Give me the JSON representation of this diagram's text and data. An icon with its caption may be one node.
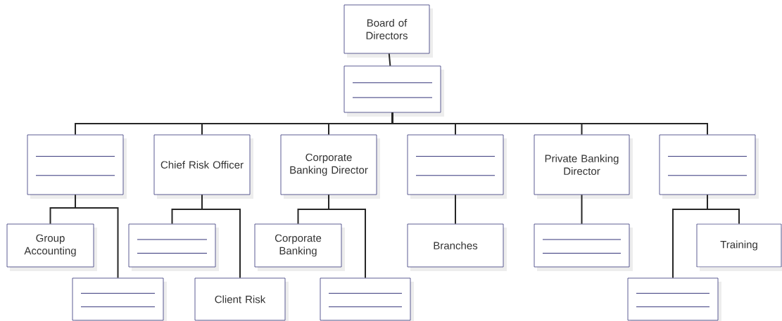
{
  "diagram": {
    "nodes": [
      {
        "text": [
          "Board of Directors"
        ]
      },
      {
        "text": [],
        "shape": "box"
      },
      {
        "text": [],
        "shape": "box"
      },
      {
        "text": [
          "Chief Risk Officer"
        ]
      },
      {
        "text": [
          "Corporate Banking Director"
        ]
      },
      {
        "text": [],
        "shape": "box"
      },
      {
        "text": [
          "Private Banking Director"
        ]
      },
      {
        "text": [],
        "shape": "box"
      },
      {
        "text": [
          "Group Accounting"
        ]
      },
      {
        "text": [],
        "shape": "box"
      },
      {
        "text": [
          "Corporate Banking"
        ]
      },
      {
        "text": [
          "Branches"
        ]
      },
      {
        "text": [],
        "shape": "box"
      },
      {
        "text": [
          "Training"
        ]
      },
      {
        "text": [],
        "shape": "box"
      },
      {
        "text": [
          "Client Risk"
        ]
      },
      {
        "text": [],
        "shape": "box"
      },
      {
        "text": [],
        "shape": "box"
      }
    ],
    "edges": [
      {
        "from": 0,
        "to": 1,
        "arrow": "none"
      },
      {
        "from": 1,
        "to": 2,
        "arrow": "none"
      },
      {
        "from": 1,
        "to": 3,
        "arrow": "none"
      },
      {
        "from": 1,
        "to": 4,
        "arrow": "none"
      },
      {
        "from": 1,
        "to": 5,
        "arrow": "none"
      },
      {
        "from": 1,
        "to": 6,
        "arrow": "none"
      },
      {
        "from": 1,
        "to": 7,
        "arrow": "none"
      },
      {
        "from": 2,
        "to": 8,
        "arrow": "none"
      },
      {
        "from": 2,
        "to": 14,
        "arrow": "none"
      },
      {
        "from": 3,
        "to": 9,
        "arrow": "none"
      },
      {
        "from": 3,
        "to": 15,
        "arrow": "none"
      },
      {
        "from": 4,
        "to": 10,
        "arrow": "none"
      },
      {
        "from": 4,
        "to": 16,
        "arrow": "none"
      },
      {
        "from": 5,
        "to": 11,
        "arrow": "none"
      },
      {
        "from": 6,
        "to": 12,
        "arrow": "none"
      },
      {
        "from": 7,
        "to": 17,
        "arrow": "none"
      },
      {
        "from": 7,
        "to": 13,
        "arrow": "none"
      }
    ]
  }
}
